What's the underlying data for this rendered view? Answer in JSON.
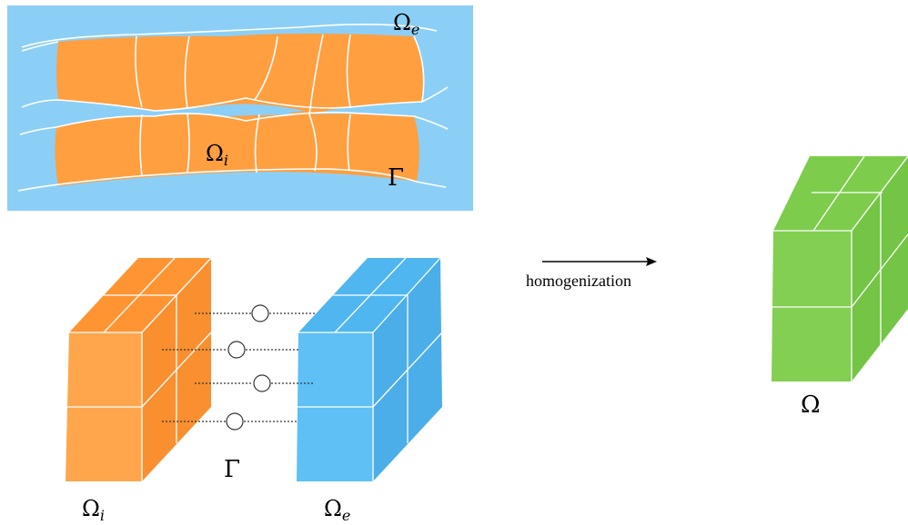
{
  "colors": {
    "extracellular": "#8ccff6",
    "cell": "#ff9f40",
    "membrane": "#ffffff",
    "intra_cube_front": "#ffa64d",
    "intra_cube_top": "#ff9433",
    "intra_cube_side": "#f98f2e",
    "extra_cube_front": "#5ec0f5",
    "extra_cube_top": "#4fb6f0",
    "extra_cube_side": "#4caee8",
    "homog_cube_front": "#82cf52",
    "homog_cube_top": "#7dcc4c",
    "homog_cube_side": "#74c446"
  },
  "top_panel": {
    "label_extracellular": {
      "base": "Ω",
      "sub": "e"
    },
    "label_intracellular": {
      "base": "Ω",
      "sub": "i"
    },
    "label_membrane": "Γ"
  },
  "bottom_left": {
    "label_intra": {
      "base": "Ω",
      "sub": "i"
    },
    "label_extra": {
      "base": "Ω",
      "sub": "e"
    },
    "label_membrane": "Γ"
  },
  "arrow": {
    "label": "homogenization"
  },
  "right": {
    "label": "Ω"
  }
}
